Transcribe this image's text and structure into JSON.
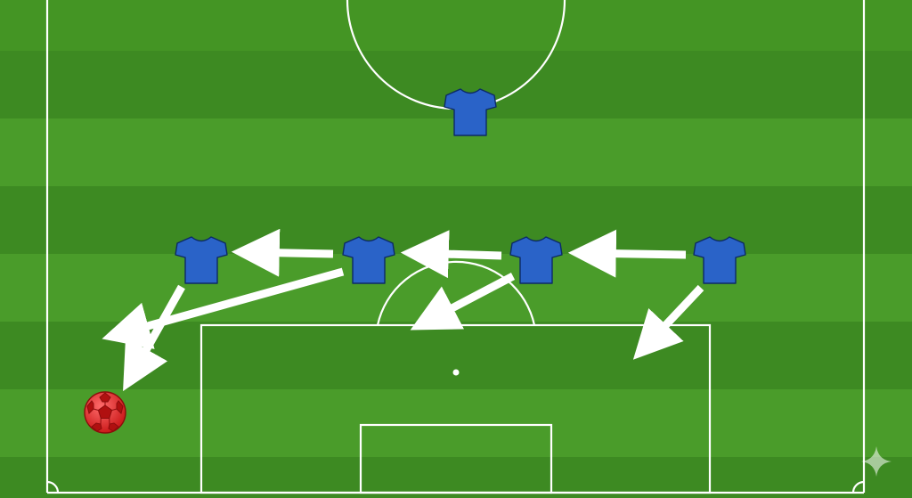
{
  "diagram": {
    "pitch_colors": {
      "grass_light": "#4a9c2a",
      "grass_dark": "#3d8a22",
      "lines": "#ffffff"
    },
    "team_color": "#2a63c8",
    "ball_color": "#e02a2a",
    "players": [
      {
        "id": "p-top",
        "role": "blue-shirt"
      },
      {
        "id": "p-1",
        "role": "blue-shirt"
      },
      {
        "id": "p-2",
        "role": "blue-shirt"
      },
      {
        "id": "p-3",
        "role": "blue-shirt"
      },
      {
        "id": "p-4",
        "role": "blue-shirt"
      }
    ],
    "arrows": [
      {
        "id": "a-p4-to-p3",
        "kind": "pass"
      },
      {
        "id": "a-p3-to-p2",
        "kind": "pass"
      },
      {
        "id": "a-p2-to-p1",
        "kind": "pass"
      },
      {
        "id": "a-p2-to-wide",
        "kind": "run"
      },
      {
        "id": "a-p1-to-ball",
        "kind": "run"
      },
      {
        "id": "a-p3-to-box",
        "kind": "run"
      },
      {
        "id": "a-p4-to-box",
        "kind": "run"
      }
    ],
    "icons": {
      "ball": "football-icon",
      "watermark": "sparkle-icon"
    }
  }
}
